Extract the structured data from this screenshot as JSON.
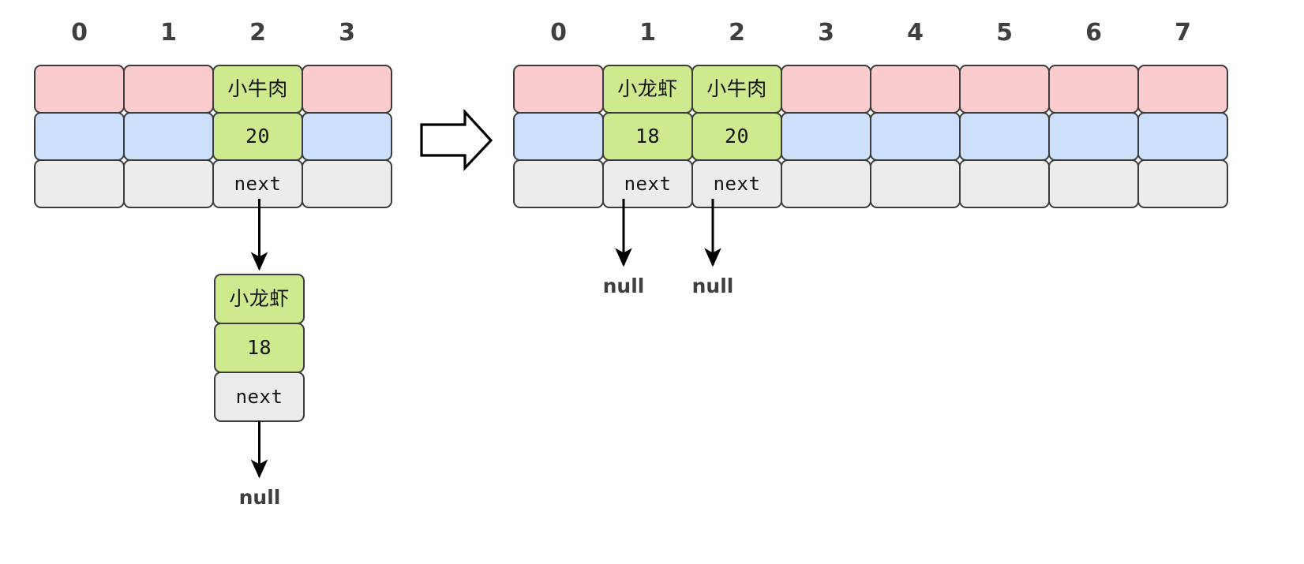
{
  "diagram": {
    "title": "hash-table-chaining-to-open-array-transform",
    "colors": {
      "key_row": "#fbcccd",
      "value_row": "#cce0fb",
      "next_row": "#ececec",
      "occupied": "#cee98e",
      "border": "#3c3c3c",
      "label": "#3f3f3f"
    },
    "transform_arrow": "block-arrow-right"
  },
  "left_table": {
    "name": "before-table",
    "headers": [
      "0",
      "1",
      "2",
      "3"
    ],
    "rows": [
      {
        "name": "key-row",
        "cells": [
          "",
          "",
          "小牛肉",
          ""
        ]
      },
      {
        "name": "value-row",
        "cells": [
          "",
          "",
          "20",
          ""
        ]
      },
      {
        "name": "next-row",
        "cells": [
          "",
          "",
          "next",
          ""
        ]
      }
    ],
    "occupied_columns": [
      2
    ]
  },
  "left_node": {
    "name": "chained-node",
    "key": "小龙虾",
    "value": "18",
    "next": "next",
    "next_target": "null"
  },
  "right_table": {
    "name": "after-table",
    "headers": [
      "0",
      "1",
      "2",
      "3",
      "4",
      "5",
      "6",
      "7"
    ],
    "rows": [
      {
        "name": "key-row",
        "cells": [
          "",
          "小龙虾",
          "小牛肉",
          "",
          "",
          "",
          "",
          ""
        ]
      },
      {
        "name": "value-row",
        "cells": [
          "",
          "18",
          "20",
          "",
          "",
          "",
          "",
          ""
        ]
      },
      {
        "name": "next-row",
        "cells": [
          "",
          "next",
          "next",
          "",
          "",
          "",
          "",
          ""
        ]
      }
    ],
    "occupied_columns": [
      1,
      2
    ],
    "next_targets": [
      {
        "column": "1",
        "label": "null"
      },
      {
        "column": "2",
        "label": "null"
      }
    ]
  }
}
